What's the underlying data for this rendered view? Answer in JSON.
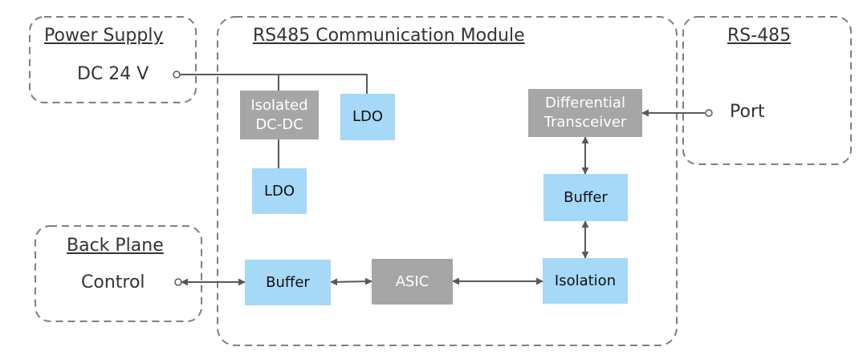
{
  "groups": {
    "power_supply": {
      "title": "Power Supply",
      "label": "DC 24 V"
    },
    "module": {
      "title": "RS485 Communication Module"
    },
    "rs485": {
      "title": "RS-485",
      "label": "Port"
    },
    "back_plane": {
      "title": "Back Plane",
      "label": "Control"
    }
  },
  "blocks": {
    "isolated_dcdc": {
      "line1": "Isolated",
      "line2": "DC-DC"
    },
    "ldo_top": "LDO",
    "ldo_bottom": "LDO",
    "transceiver": {
      "line1": "Differential",
      "line2": "Transceiver"
    },
    "buffer_right": "Buffer",
    "buffer_left": "Buffer",
    "asic": "ASIC",
    "isolation": "Isolation"
  },
  "colors": {
    "blue_block": "#a6d8f7",
    "gray_block": "#a6a6a6",
    "dashed_border": "#7f7f7f",
    "line": "#595959"
  }
}
